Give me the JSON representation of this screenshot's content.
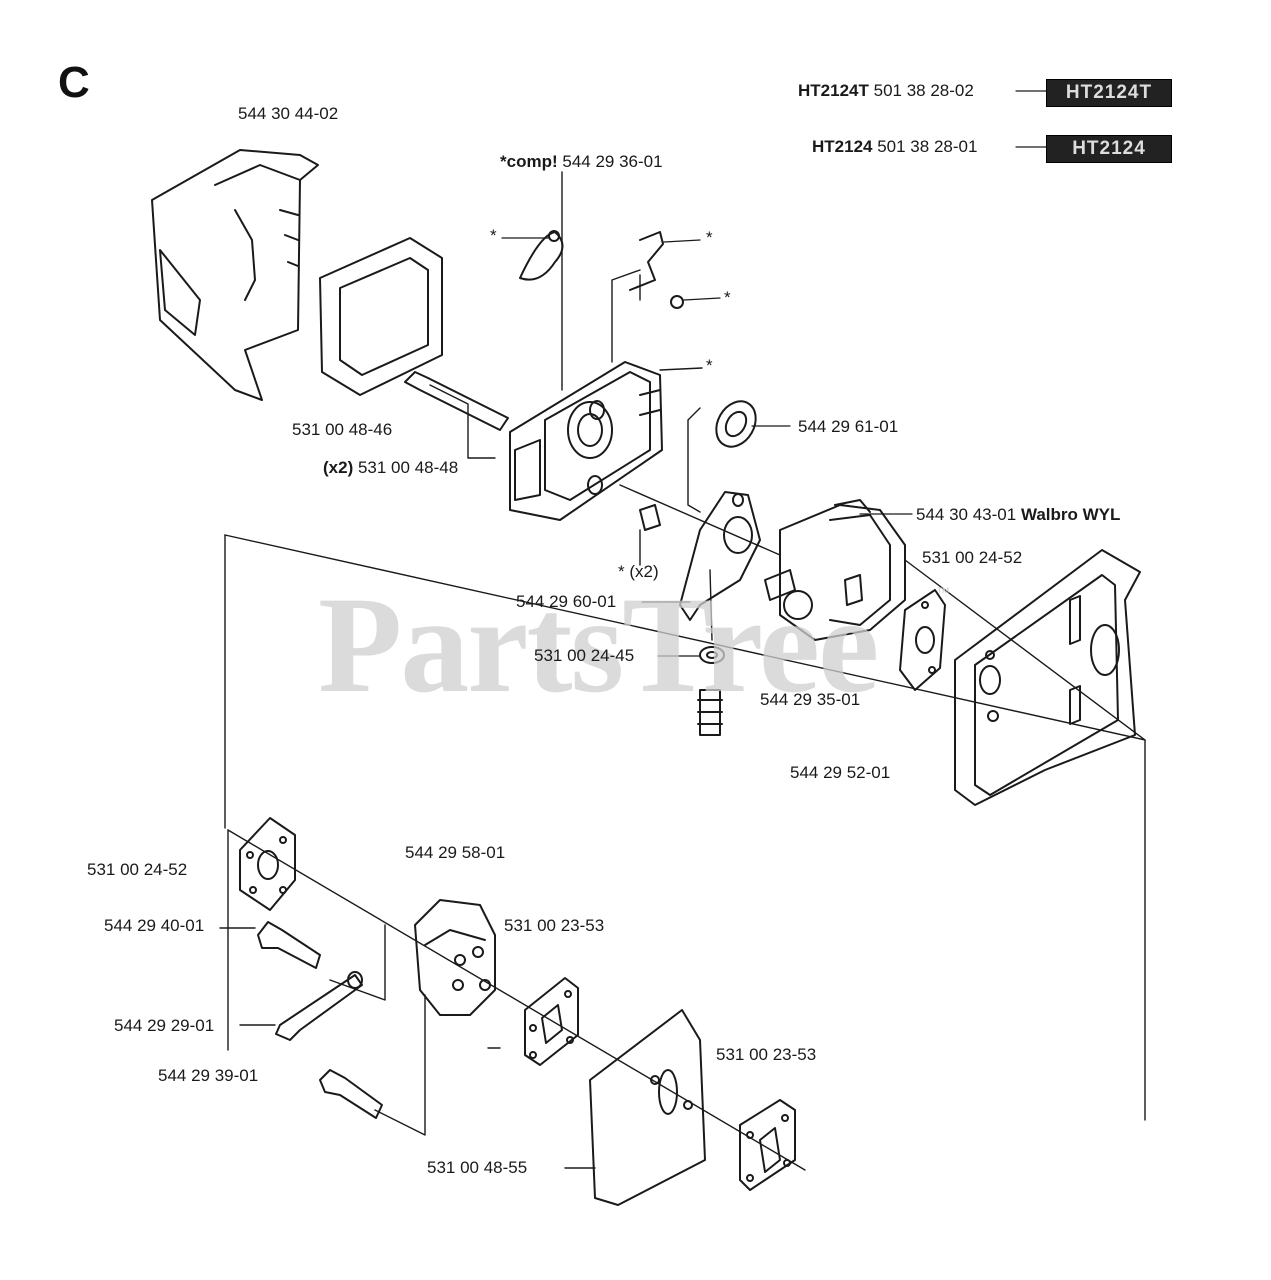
{
  "section_letter": "C",
  "watermark": "PartsTree",
  "trademark": "™",
  "models": [
    {
      "model": "HT2124T",
      "part": "501 38 28-02",
      "badge": "HT2124T"
    },
    {
      "model": "HT2124",
      "part": "501 38 28-01",
      "badge": "HT2124"
    }
  ],
  "labels": {
    "air_filter_cover": "544 30 44-02",
    "comp_prefix": "*comp!",
    "comp_part": "544 29 36-01",
    "star1": "*",
    "star2": "*",
    "star3": "*",
    "star4": "*",
    "screw_1": "531 00 48-46",
    "x2_prefix": "(x2)",
    "screw_2": "531 00 48-48",
    "gasket_ring": "544 29 61-01",
    "carb_part": "544 30 43-01",
    "carb_name": "Walbro WYL",
    "gasket_52_top": "531 00 24-52",
    "pin_x2": "* (x2)",
    "plate_60": "544 29 60-01",
    "washer_45": "531 00 24-45",
    "adapter_35": "544 29 35-01",
    "heat_shield_52": "544 29 52-01",
    "gasket_52_bottom": "531 00 24-52",
    "muffler_58": "544 29 58-01",
    "bolt_40": "544 29 40-01",
    "gasket_53_a": "531 00 23-53",
    "bracket_29": "544 29 29-01",
    "screw_39": "544 29 39-01",
    "gasket_53_b": "531 00 23-53",
    "muffler_shield_55": "531 00 48-55"
  }
}
